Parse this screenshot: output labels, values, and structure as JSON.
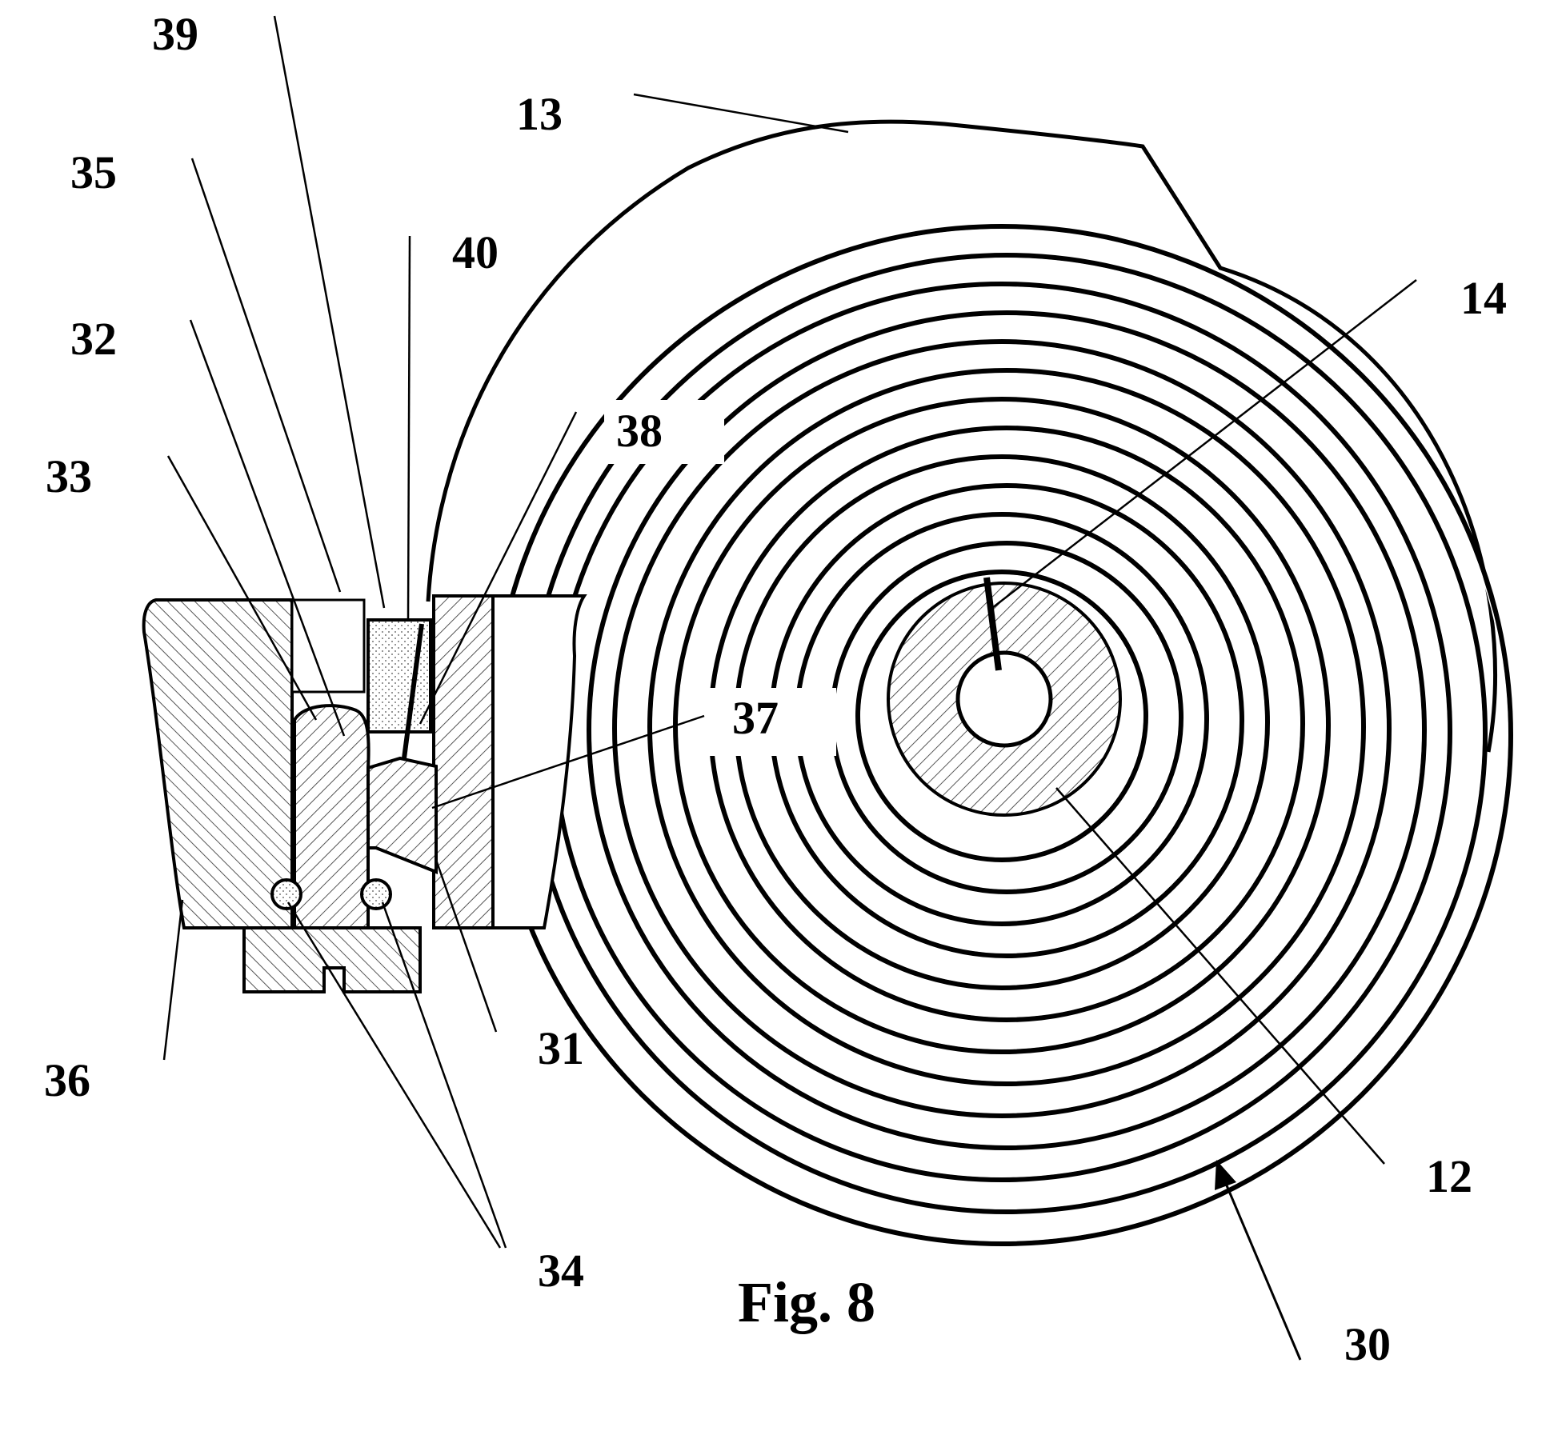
{
  "figure": {
    "caption": "Fig. 8",
    "labels": {
      "l39": "39",
      "l13": "13",
      "l35": "35",
      "l40": "40",
      "l14": "14",
      "l32": "32",
      "l38": "38",
      "l33": "33",
      "l37": "37",
      "l36": "36",
      "l31": "31",
      "l12": "12",
      "l34": "34",
      "l30": "30"
    }
  }
}
